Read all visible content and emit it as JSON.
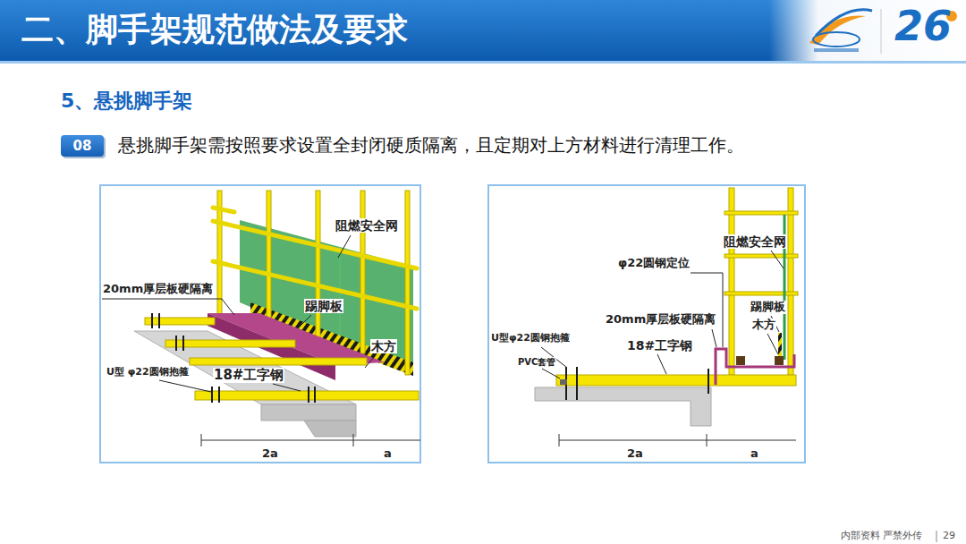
{
  "diagram": {
    "title": "二、脚手架规范做法及要求",
    "nodes": [
      {
        "text": [
          "08"
        ]
      }
    ],
    "labels": [
      "26",
      "5、悬挑脚手架",
      "悬挑脚手架需按照要求设置全封闭硬质隔离，且定期对上方材料进行清理工作。",
      "阻燃安全网",
      "20mm厚层板硬隔离",
      "踢脚板",
      "木方",
      "U型 φ22圆钢抱箍",
      "18#工字钢",
      "2a",
      "a",
      "阻燃安全网",
      "φ22圆钢定位",
      "20mm厚层板硬隔离",
      "踢脚板",
      "木方",
      "U型φ22圆钢抱箍",
      "PVC套管",
      "18#工字钢",
      "2a",
      "a",
      "内部资料 严禁外传",
      "29"
    ]
  }
}
